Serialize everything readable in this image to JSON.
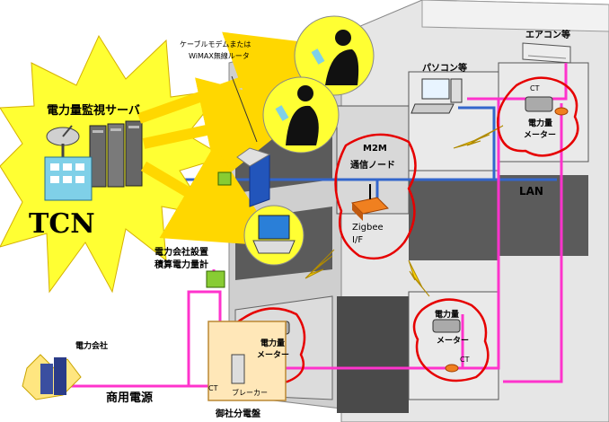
{
  "labels": {
    "cable_modem": "ケーブルモデムまたは",
    "wimax_router": "WiMAX無線ルータ",
    "server": "電力量監視サーバ",
    "tcn": "TCN",
    "aircon": "エアコン等",
    "pc": "パソコン等",
    "ct": "CT",
    "meter_line1": "電力量",
    "meter_line2": "メーター",
    "m2m_line1": "M2M",
    "m2m_line2": "通信ノード",
    "lan": "LAN",
    "zigbee_line1": "Zigbee",
    "zigbee_line2": "I/F",
    "utility_meter_line1": "電力会社設置",
    "utility_meter_line2": "積算電力量計",
    "power_company": "電力会社",
    "commercial_power": "商用電源",
    "breaker": "ブレーカー",
    "distribution_board": "御社分電盤"
  },
  "colors": {
    "burst": "#ffff33",
    "arrow": "#ffd700",
    "lan": "#3366cc",
    "power": "#ff33cc",
    "zone": "#e60000",
    "building": "#d9d9d9"
  }
}
